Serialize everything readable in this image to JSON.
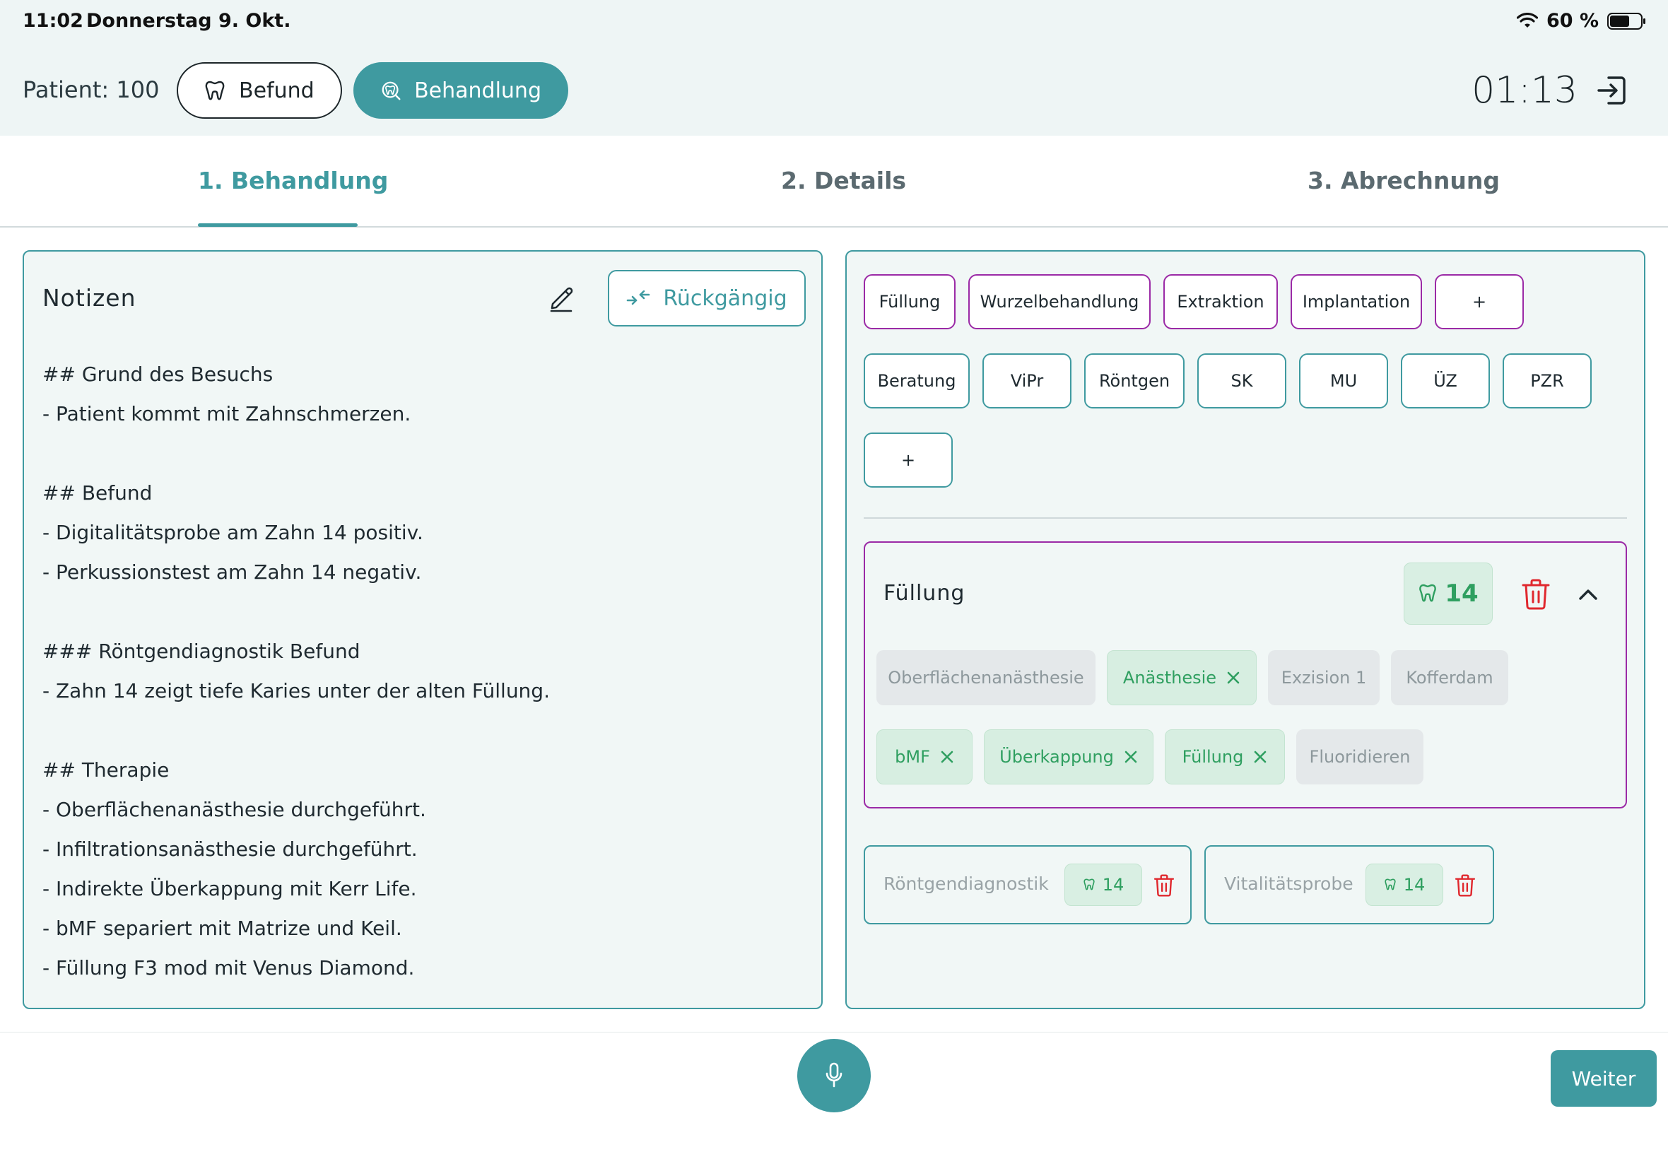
{
  "status_bar": {
    "time": "11:02",
    "date": "Donnerstag 9. Okt.",
    "battery": "60 %"
  },
  "header": {
    "patient": "Patient: 100",
    "mode_befund": "Befund",
    "mode_behandlung": "Behandlung",
    "timer": "01:13"
  },
  "tabs": [
    {
      "label": "1. Behandlung",
      "active": true
    },
    {
      "label": "2. Details",
      "active": false
    },
    {
      "label": "3. Abrechnung",
      "active": false
    }
  ],
  "notes": {
    "title": "Notizen",
    "undo_label": "Rückgängig",
    "lines": [
      "## Grund des Besuchs",
      "- Patient kommt mit Zahnschmerzen.",
      "",
      "## Befund",
      "- Digitalitätsprobe am Zahn 14 positiv.",
      "- Perkussionstest am Zahn 14 negativ.",
      "",
      "### Röntgendiagnostik Befund",
      "- Zahn 14 zeigt tiefe Karies unter der alten Füllung.",
      "",
      "## Therapie",
      "- Oberflächenanästhesie durchgeführt.",
      "- Infiltrationsanästhesie durchgeführt.",
      "- Indirekte Überkappung mit Kerr Life.",
      "- bMF separiert mit Matrize und Keil.",
      "- Füllung F3 mod mit Venus Diamond."
    ]
  },
  "actions": {
    "row1": [
      "Füllung",
      "Wurzelbehandlung",
      "Extraktion",
      "Implantation",
      "+"
    ],
    "row2": [
      "Beratung",
      "ViPr",
      "Röntgen",
      "SK",
      "MU",
      "ÜZ",
      "PZR"
    ],
    "row3": [
      "+"
    ]
  },
  "selected_card": {
    "title": "Füllung",
    "tooth": "14",
    "options_row1": [
      {
        "label": "Oberflächenanästhesie",
        "selected": false
      },
      {
        "label": "Anästhesie",
        "selected": true
      },
      {
        "label": "Exzision 1",
        "selected": false
      },
      {
        "label": "Kofferdam",
        "selected": false
      }
    ],
    "options_row2": [
      {
        "label": "bMF",
        "selected": true
      },
      {
        "label": "Überkappung",
        "selected": true
      },
      {
        "label": "Füllung",
        "selected": true
      },
      {
        "label": "Fluoridieren",
        "selected": false
      }
    ]
  },
  "mini_cards": [
    {
      "label": "Röntgendiagnostik",
      "tooth": "14"
    },
    {
      "label": "Vitalitätsprobe",
      "tooth": "14"
    }
  ],
  "footer": {
    "next_label": "Weiter"
  },
  "colors": {
    "accent": "#3f9aa0",
    "purple": "#9b2aa6",
    "green": "#2f9f60",
    "danger": "#e0282e"
  }
}
